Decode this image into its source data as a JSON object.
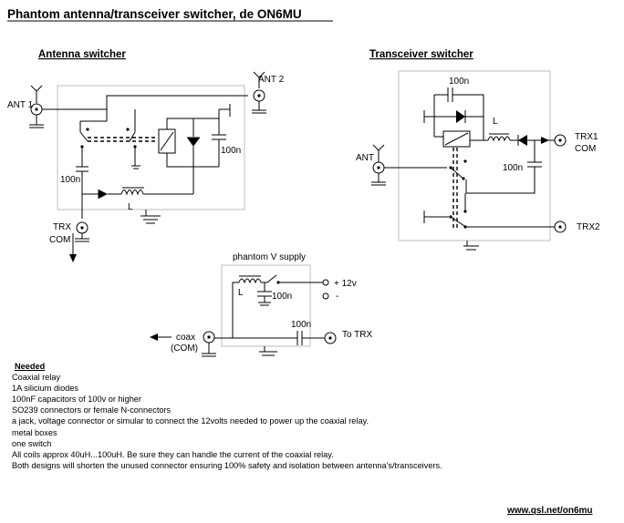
{
  "title": "Phantom antenna/transceiver switcher,  de ON6MU",
  "antenna_switcher": {
    "heading": "Antenna switcher",
    "ant1": "ANT 1",
    "ant2": "ANT 2",
    "cap_left": "100n",
    "cap_right": "100n",
    "coil": "L",
    "trx": "TRX",
    "com": "COM"
  },
  "transceiver_switcher": {
    "heading": "Transceiver switcher",
    "ant": "ANT",
    "cap_top": "100n",
    "coil": "L",
    "cap_right": "100n",
    "trx1": "TRX1",
    "com": "COM",
    "trx2": "TRX2"
  },
  "phantom_supply": {
    "heading": "phantom V supply",
    "coil": "L",
    "cap": "100n",
    "plus": "+ 12v",
    "minus": "-",
    "coax": "coax",
    "coax_com": "(COM)",
    "cap_series": "100n",
    "to_trx": "To TRX"
  },
  "needed": {
    "heading": "Needed",
    "items": [
      "Coaxial relay",
      "1A silicium diodes",
      "100nF capacitors of 100v or higher",
      "SO239 connectors or female N-connectors",
      "a jack, voltage connector or simular to connect the 12volts needed to power up the coaxial relay.",
      "metal boxes",
      "one switch",
      "All coils approx 40uH...100uH. Be sure they can handle the current of the coaxial relay.",
      "Both designs will shorten the unused connector ensuring 100% safety and isolation between antenna's/transceivers."
    ]
  },
  "website": "www.qsl.net/on6mu"
}
